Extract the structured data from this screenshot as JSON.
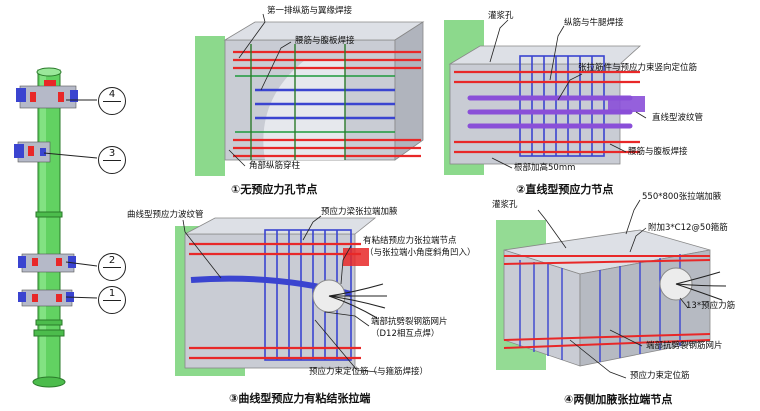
{
  "colors": {
    "column_green": "#5fd45f",
    "rebar_red": "#e82828",
    "rebar_blue": "#3a44d0",
    "rebar_purple": "#8a4fd8",
    "concrete_gray": "#b8bcc4"
  },
  "column": {
    "markers": [
      {
        "top": "4",
        "bottom": "一"
      },
      {
        "top": "3",
        "bottom": "一"
      },
      {
        "top": "2",
        "bottom": "一"
      },
      {
        "top": "1",
        "bottom": "一"
      }
    ]
  },
  "panels": {
    "p1": {
      "caption": "①无预应力孔节点",
      "labels": [
        "第一排纵筋与翼缘焊接",
        "腰筋与腹板焊接",
        "角部纵筋穿柱"
      ]
    },
    "p2": {
      "caption": "②直线型预应力节点",
      "labels": [
        "灌浆孔",
        "纵筋与牛腿焊接",
        "张拉筋件与预应力束竖向定位筋",
        "直线型波纹管",
        "腰筋与腹板焊接",
        "根部加高50mm"
      ]
    },
    "p3": {
      "caption": "③曲线型预应力有粘结张拉端",
      "labels": [
        "曲线型预应力波纹管",
        "预应力梁张拉端加腋",
        "有粘结预应力张拉端节点",
        "（与张拉端小角度斜角凹入）",
        "端部抗劈裂钢筋网片",
        "（D12相互点焊）",
        "预应力束定位筋（与箍筋焊接）"
      ]
    },
    "p4": {
      "caption": "④两侧加腋张拉端节点",
      "labels": [
        "灌浆孔",
        "550*800张拉端加腋",
        "附加3*C12@50箍筋",
        "13*预应力筋",
        "端部抗劈裂钢筋网片",
        "预应力束定位筋"
      ]
    }
  }
}
